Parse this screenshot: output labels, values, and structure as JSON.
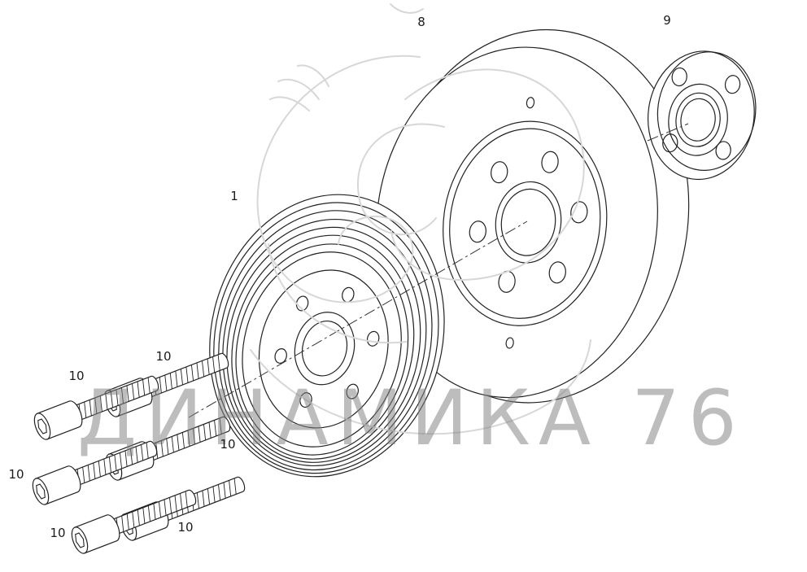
{
  "watermark": {
    "text": "ДИНАМИКА 76"
  },
  "part_labels": {
    "damper": "8",
    "hub": "9",
    "pulley": "1",
    "bolt_1": "10",
    "bolt_2": "10",
    "bolt_3": "10",
    "bolt_4": "10",
    "bolt_5": "10",
    "bolt_6": "10"
  },
  "colors": {
    "background": "#ffffff",
    "line": "#222222",
    "watermark_text": "#9a9a9a",
    "watermark_swirl": "#d7d7d7"
  }
}
